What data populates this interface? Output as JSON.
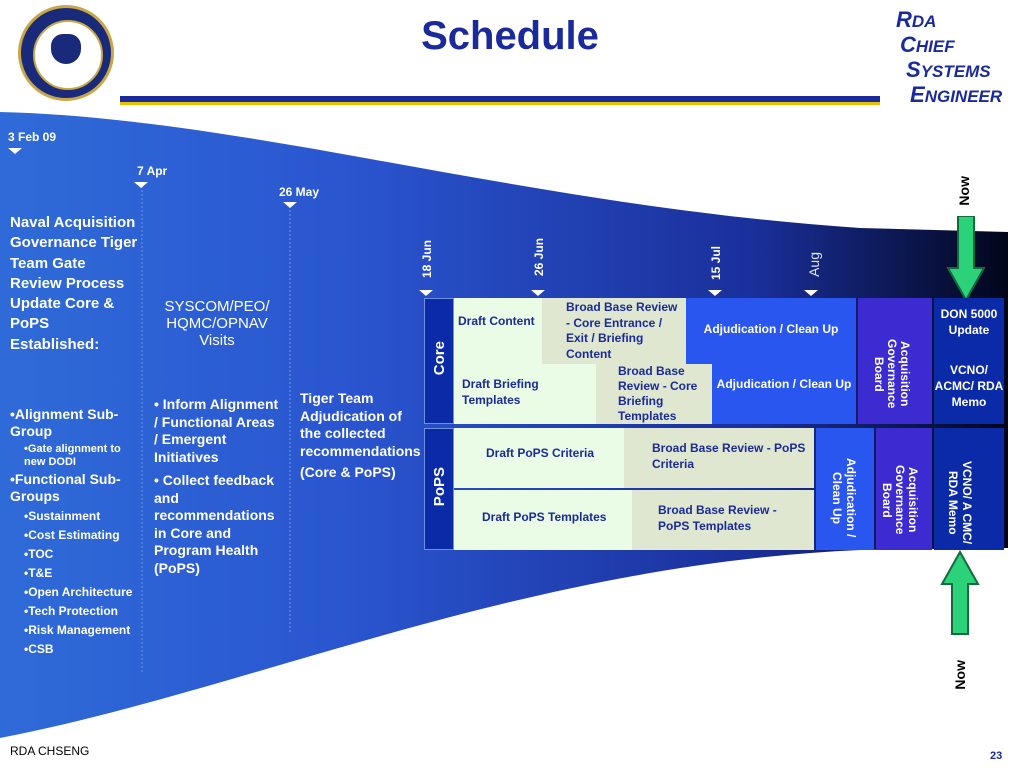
{
  "header": {
    "title": "Schedule",
    "logo_text": "Department of the Navy Chief Engineer seal",
    "org": [
      {
        "letter": "R",
        "rest": "DA"
      },
      {
        "letter": "C",
        "rest": "HIEF"
      },
      {
        "letter": "S",
        "rest": "YSTEMS"
      },
      {
        "letter": "E",
        "rest": "NGINEER"
      }
    ]
  },
  "timeline": {
    "d1": "3 Feb 09",
    "d2": "7 Apr",
    "d3": "26 May",
    "d4": "18 Jun",
    "d5": "26 Jun",
    "d6": "15 Jul",
    "d7": "Aug",
    "now_top": "Now",
    "now_bottom": "Now"
  },
  "col1": {
    "heading": "Naval Acquisition Governance Tiger Team Gate Review Process Update Core & PoPS Established:",
    "alignment": "•Alignment Sub-Group",
    "alignment_sub": "•Gate alignment to new DODI",
    "functional": "•Functional Sub-Groups",
    "items": [
      "•Sustainment",
      "•Cost Estimating",
      "•TOC",
      "•T&E",
      "•Open Architecture",
      "•Tech Protection",
      "•Risk Management",
      "•CSB"
    ]
  },
  "col2": {
    "heading": "SYSCOM/PEO/ HQMC/OPNAV Visits",
    "b1": "• Inform Alignment / Functional Areas / Emergent Initiatives",
    "b2": "• Collect feedback and recommendations in Core and Program Health (PoPS)"
  },
  "col3": {
    "text": "Tiger Team Adjudication of the collected recommendations",
    "note": "(Core & PoPS)"
  },
  "core": {
    "label": "Core",
    "draft_content": "Draft Content",
    "bbr_core": "Broad Base Review - Core Entrance / Exit / Briefing Content",
    "adjud1": "Adjudication / Clean Up",
    "draft_briefing": "Draft Briefing Templates",
    "bbr_briefing": "Broad Base Review - Core Briefing Templates",
    "adjud2": "Adjudication / Clean Up",
    "agb": "Acquisition Governance Board",
    "don": "DON 5000 Update",
    "vcno": "VCNO/ ACMC/ RDA Memo"
  },
  "pops": {
    "label": "PoPS",
    "draft_criteria": "Draft PoPS Criteria",
    "bbr_criteria": "Broad Base Review - PoPS Criteria",
    "draft_templates": "Draft PoPS Templates",
    "bbr_templates": "Broad Base Review - PoPS Templates",
    "adjud": "Adjudication / Clean Up",
    "agb": "Acquisition Governance Board",
    "vcno": "VCNO/ A CMC/ RDA Memo"
  },
  "footer": {
    "left": "RDA CHSENG",
    "page": "23"
  }
}
